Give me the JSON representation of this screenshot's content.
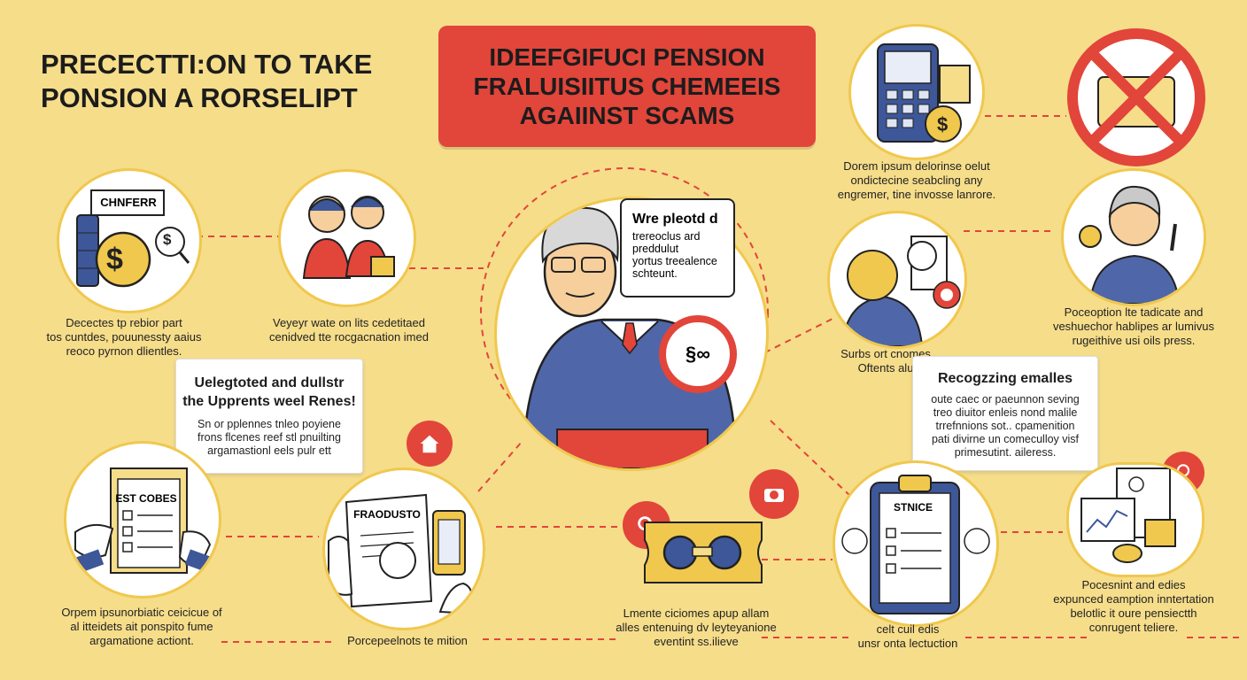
{
  "heading": {
    "line1": "PRECECTTI:ON TO TAKE",
    "line2": "PONSION A RORSELIPT"
  },
  "banner": {
    "line1": "IDEEFGIFUCI PENSION",
    "line2": "FRALUISIITUS  CHEMEEIS",
    "line3": "AGAIINST SCAMS"
  },
  "center_bubble": {
    "title": "Wre pleotd d",
    "lines": [
      "trereoclus ard",
      "preddulut",
      "yortus treealence",
      "schteunt."
    ]
  },
  "cards": {
    "tl": {
      "sign": "CHNFERR",
      "caption": [
        "Decectes tp rebior part",
        "tos cuntdes, pouunessty aaius",
        "reoco pyrnon dlientles."
      ]
    },
    "tc": {
      "caption": [
        "Veyeyr wate on lits cedetitaed",
        "cenidved tte rocgacnation imed"
      ]
    },
    "tr_phone": {
      "caption": [
        "Dorem ipsum delorinse oelut",
        "ondictecine seabcling any",
        "engremer, tine invosse lanrore."
      ]
    },
    "tr_person": {
      "caption": [
        "Poceoption lte tadicate and",
        "veshuechor hablipes ar lumivus",
        "rugeithive usi oils press."
      ]
    },
    "mr_man": {
      "caption": [
        "Surbs ort cnomes",
        "Oftents alu"
      ]
    },
    "bl": {
      "sign": "EST COBES",
      "caption": [
        "Orpem ipsunorbiatic ceicicue of",
        "al itteidets ait ponspito fume",
        "argamatione actiont."
      ]
    },
    "bc": {
      "sign": "FRAODUSTO",
      "caption": [
        "Porcepeelnots te mition"
      ]
    },
    "bm": {
      "caption": [
        "Lmente ciciomes apup allam",
        "alles entenuing dv leyteyanione",
        "eventint ss.ilieve"
      ]
    },
    "br_clip": {
      "sign": "STNICE",
      "caption": [
        "celt cuil edis",
        "unsr onta lectuction"
      ]
    },
    "br_comp": {
      "caption": [
        "Pocesnint and edies",
        "expunced eamption inntertation",
        "belotlic it oure pensiectth",
        "conrugent teliere."
      ]
    }
  },
  "callouts": {
    "left": {
      "title": "Uelegtoted and dullstr",
      "title2": "the Upprents weel Renes!",
      "lines": [
        "Sn or pplennes tnleo poyiene",
        "frons flcenes reef stl pnuilting",
        "argamastionl eels pulr ett"
      ]
    },
    "right": {
      "title": "Recogzzing emalles",
      "lines": [
        "oute caec or paeunnon seving",
        "treo diuitor enleis nond malile",
        "trrefnnions sot.. cpamenition",
        "pati divirne un comeculloy visf",
        "primesutint. aileress."
      ]
    }
  },
  "colors": {
    "background": "#f6dd8a",
    "accent_red": "#e2453a",
    "navy": "#3d5799",
    "gold": "#f0c84e"
  }
}
